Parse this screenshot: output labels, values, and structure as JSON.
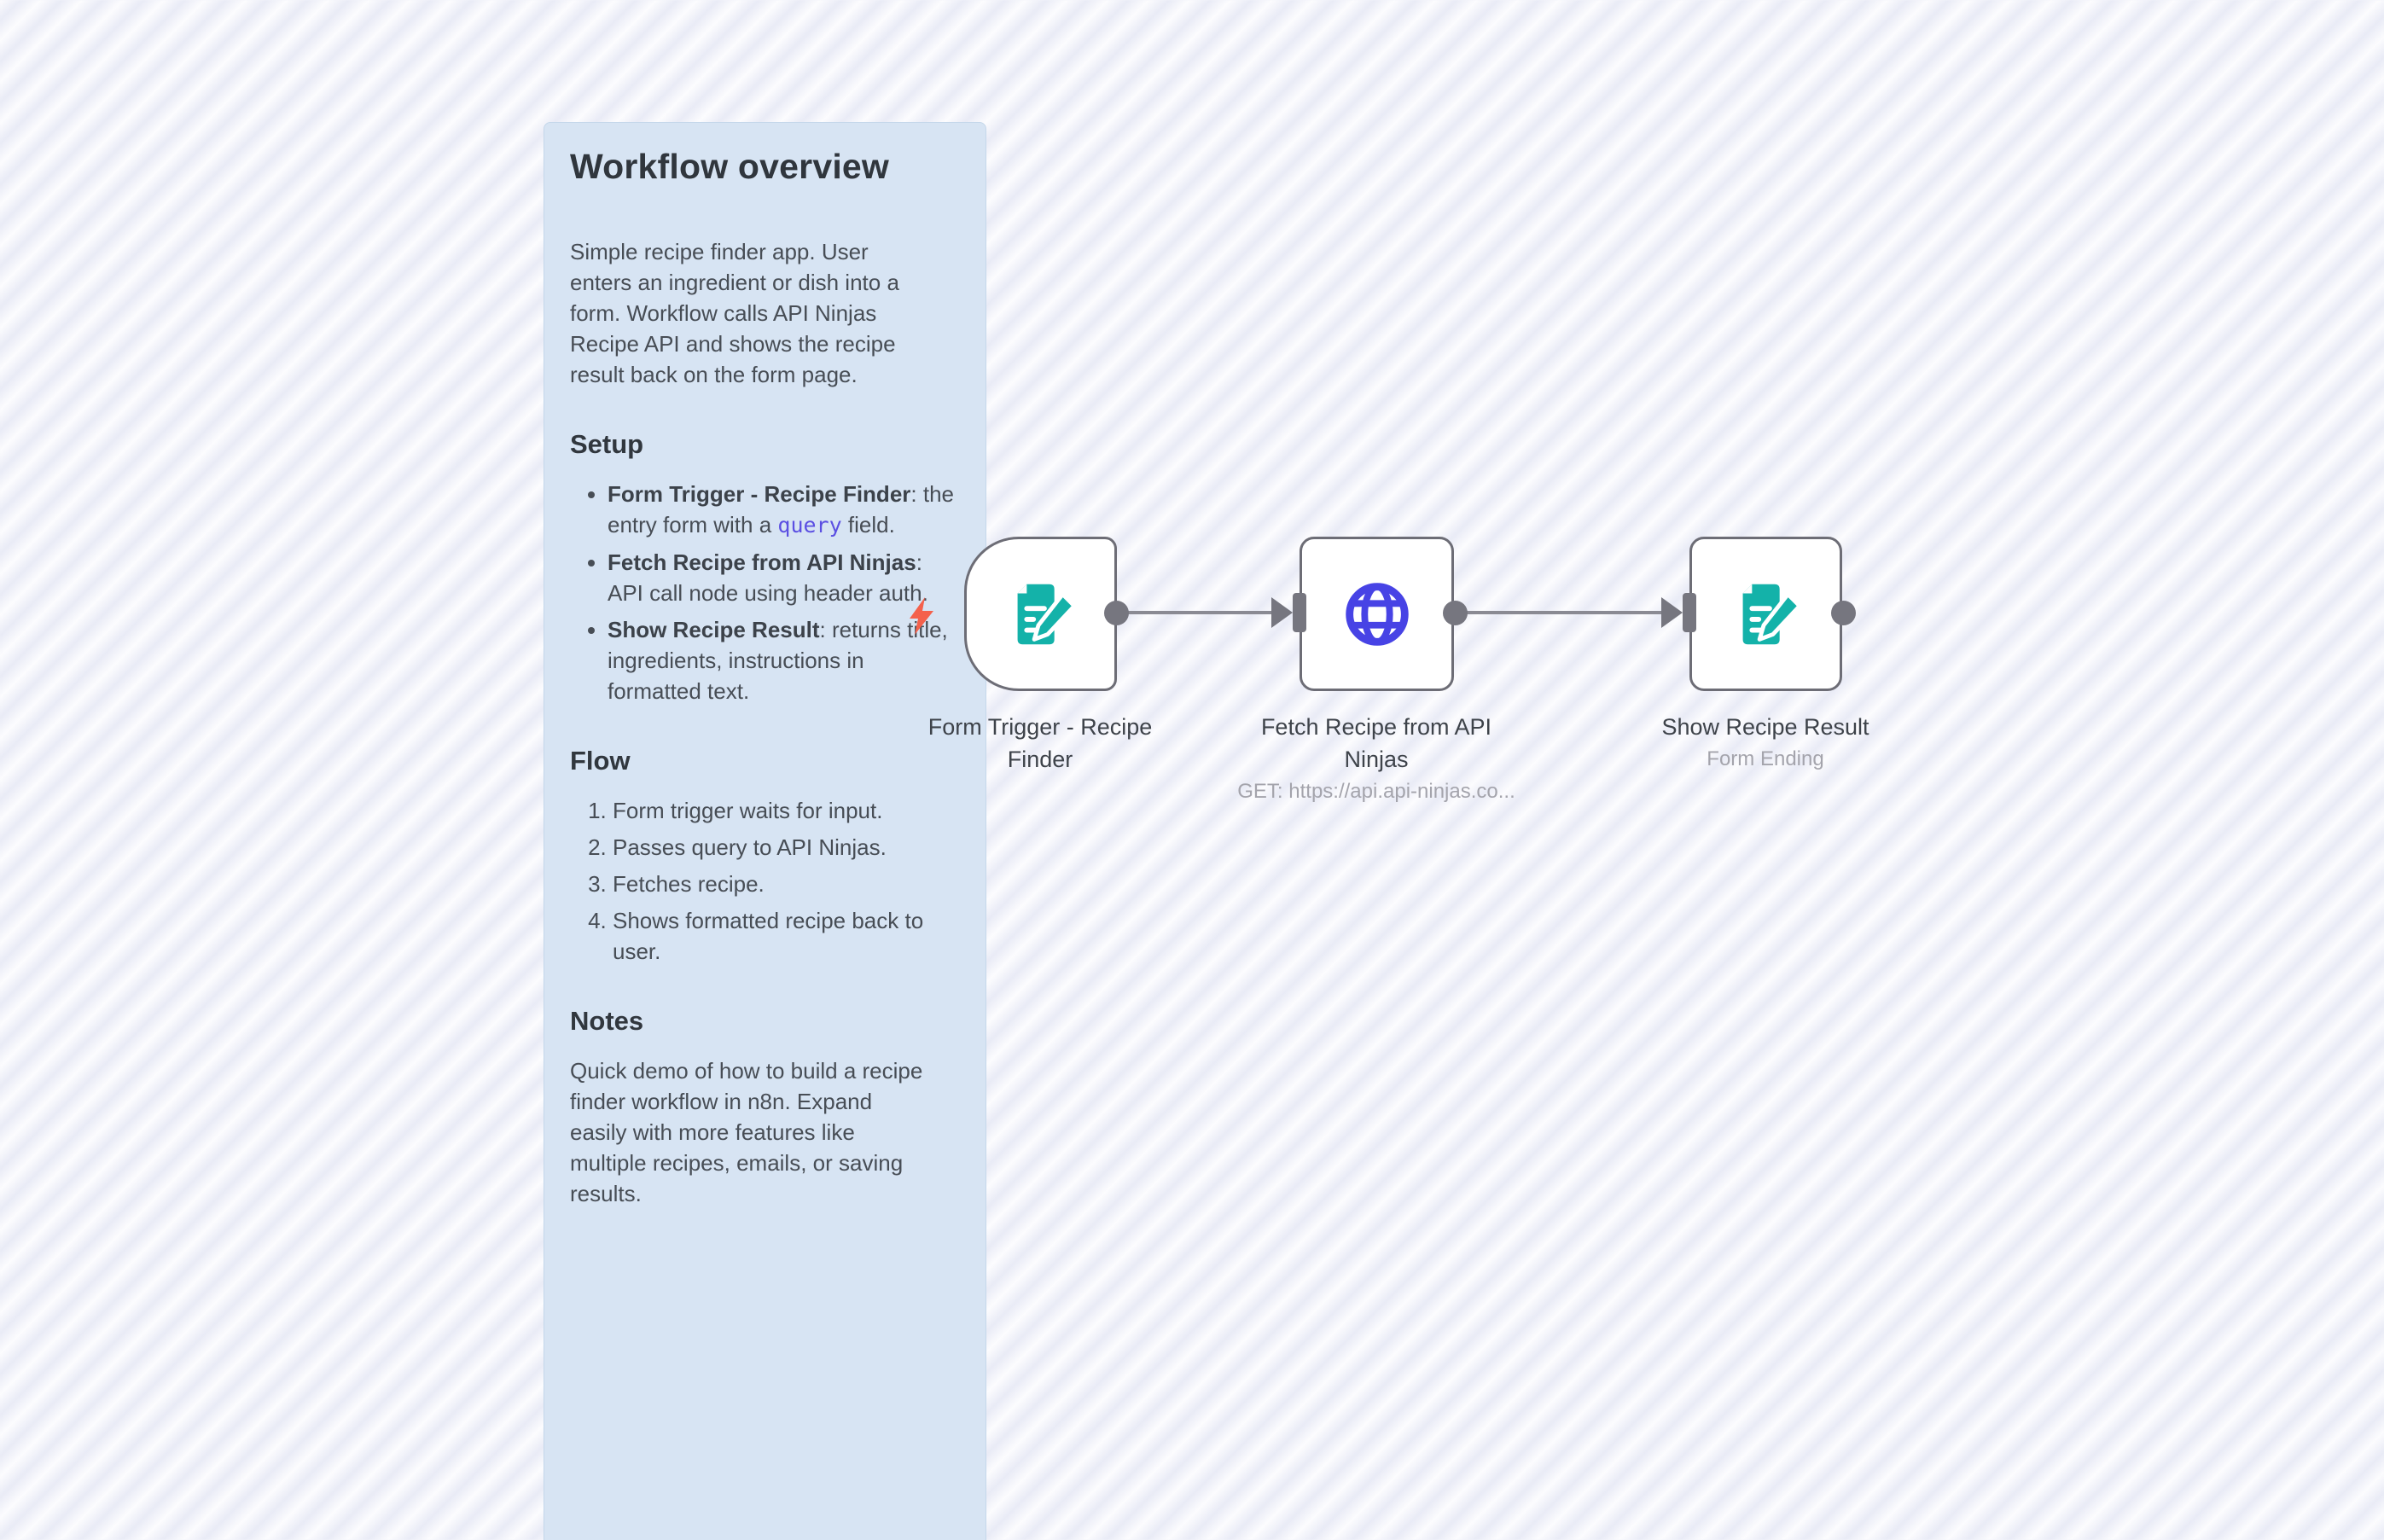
{
  "sticky": {
    "title": "Workflow overview",
    "intro": "Simple recipe finder app. User\nenters an ingredient or dish into a\nform. Workflow calls API Ninjas\nRecipe API and shows the recipe\nresult back on the form page.",
    "setup": {
      "heading": "Setup",
      "items": [
        {
          "label": "Form Trigger - Recipe Finder",
          "desc_before": ": the entry form with a ",
          "code": "query",
          "desc_after": " field."
        },
        {
          "label": "Fetch Recipe from API Ninjas",
          "desc": ": API call node using header auth."
        },
        {
          "label": "Show Recipe Result",
          "desc": ": returns title, ingredients, instructions in formatted text."
        }
      ]
    },
    "flow": {
      "heading": "Flow",
      "steps": [
        "Form trigger waits for input.",
        "Passes query to API Ninjas.",
        "Fetches recipe.",
        "Shows formatted recipe back to user."
      ]
    },
    "notes": {
      "heading": "Notes",
      "body": "Quick demo of how to build a recipe\nfinder workflow in n8n. Expand\neasily with more features like\nmultiple recipes, emails, or saving\nresults."
    }
  },
  "nodes": [
    {
      "title": "Form Trigger - Recipe Finder",
      "subtitle": "",
      "icon": "form-pencil-icon"
    },
    {
      "title": "Fetch Recipe from API Ninjas",
      "subtitle": "GET: https://api.api-ninjas.co...",
      "icon": "globe-icon"
    },
    {
      "title": "Show Recipe Result",
      "subtitle": "Form Ending",
      "icon": "form-pencil-icon"
    }
  ],
  "colors": {
    "sticky_bg": "#d7e4f3",
    "node_border": "#6d6d76",
    "form_icon_teal": "#14b2a9",
    "globe_icon_indigo": "#4743e5",
    "connector_gray": "#76767f",
    "trigger_bolt_coral": "#f4614c",
    "code_purple": "#5b4fe2"
  }
}
